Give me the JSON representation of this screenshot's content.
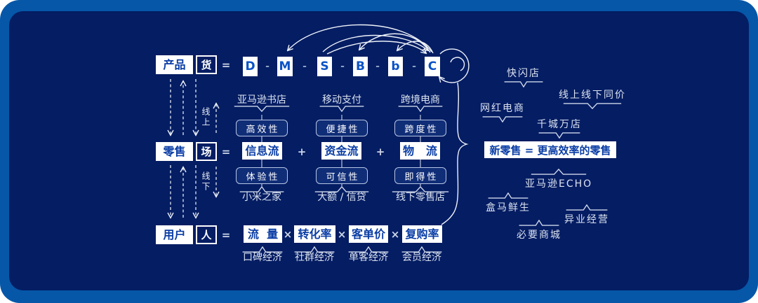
{
  "colors": {
    "frame_blue": "#0657a8",
    "card_navy": "#041d63",
    "box_text_blue": "#0a3da5",
    "letter_blue": "#0a52c6",
    "line_white": "#e3e9f4"
  },
  "signs": {
    "equals": "=",
    "plus": "+",
    "times": "×",
    "dash": "-"
  },
  "left_rows": {
    "product": {
      "label": "产品",
      "tag": "货",
      "letters": [
        "D",
        "M",
        "S",
        "B",
        "b",
        "C"
      ]
    },
    "retail": {
      "label": "零售",
      "tag": "场",
      "groups": [
        {
          "top_note": "亚马逊书店",
          "top_attr": "高效性",
          "box": "信息流",
          "bottom_attr": "体验性",
          "bottom_note": "小米之家"
        },
        {
          "top_note": "移动支付",
          "top_attr": "便捷性",
          "box": "资金流",
          "bottom_attr": "可信性",
          "bottom_note": "大额 / 信贷"
        },
        {
          "top_note": "跨境电商",
          "top_attr": "跨度性",
          "box": "物   流",
          "bottom_attr": "即得性",
          "bottom_note": "线下零售店"
        }
      ]
    },
    "user": {
      "label": "用户",
      "tag": "人",
      "factors": [
        {
          "box": "流  量",
          "note": "口碑经济"
        },
        {
          "box": "转化率",
          "note": "社群经济"
        },
        {
          "box": "客单价",
          "note": "单客经济"
        },
        {
          "box": "复购率",
          "note": "会员经济"
        }
      ]
    }
  },
  "side_markers": {
    "online": "线上",
    "offline": "线下"
  },
  "right_panel": {
    "headline": "新零售 = 更高效率的零售",
    "examples_top": [
      {
        "label": "快闪店"
      },
      {
        "label": "线上线下同价"
      },
      {
        "label": "网红电商"
      },
      {
        "label": "千城万店"
      }
    ],
    "examples_bottom": [
      {
        "label": "亚马逊ECHO"
      },
      {
        "label": "盒马鲜生"
      },
      {
        "label": "异业经营"
      },
      {
        "label": "必要商城"
      }
    ]
  }
}
